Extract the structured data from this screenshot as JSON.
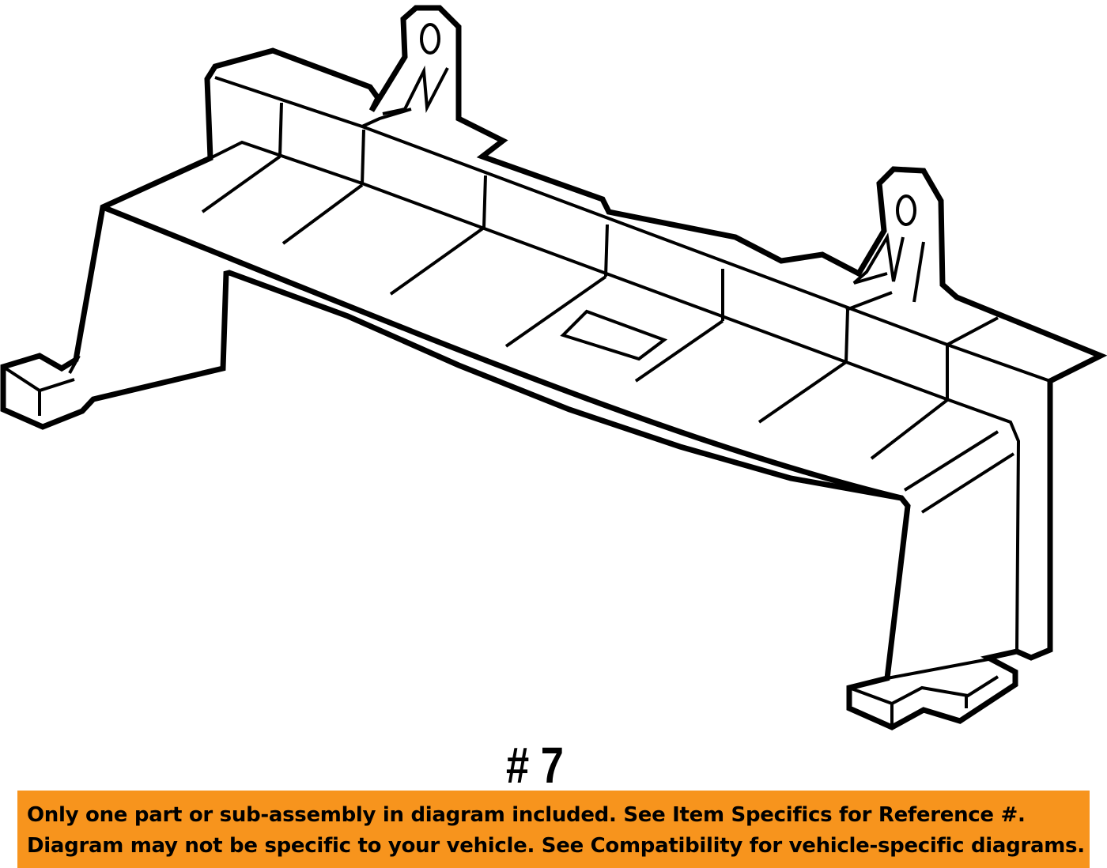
{
  "diagram": {
    "part_reference": "# 7",
    "banner_color": "#f7941d",
    "line_color": "#000000"
  },
  "disclaimer": {
    "line1": "Only one part or sub-assembly in diagram included. See Item Specifics for Reference #.",
    "line2": "Diagram may not be specific to your vehicle. See Compatibility for vehicle-specific diagrams."
  }
}
